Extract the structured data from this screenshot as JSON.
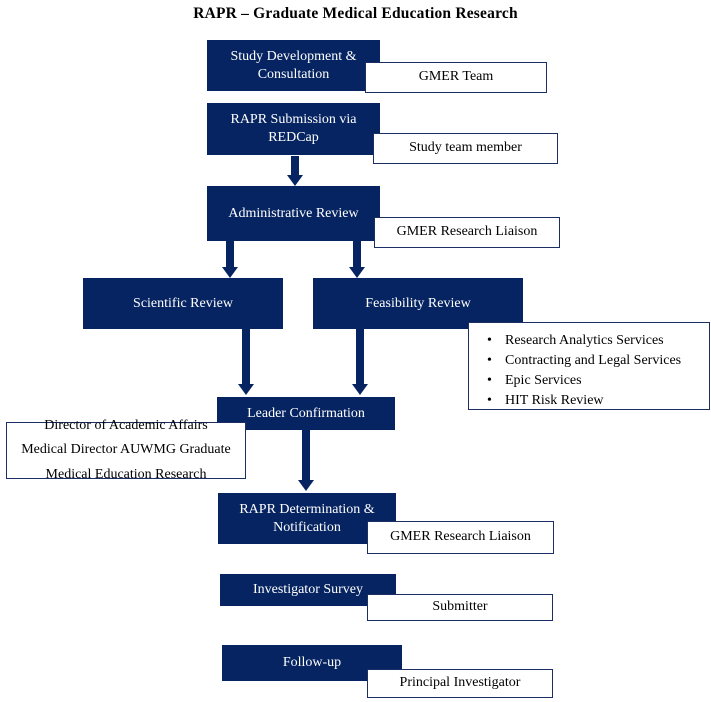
{
  "diagram": {
    "title": "RAPR – Graduate  Medical Education  Research",
    "accent_color": "#062461",
    "border_color": "#1b2f63",
    "background_color": "#ffffff",
    "steps": [
      {
        "id": "study-development",
        "label": "Study Development & Consultation",
        "role": "GMER Team"
      },
      {
        "id": "rapr-submission",
        "label": "RAPR Submission via REDCap",
        "role": "Study team member"
      },
      {
        "id": "administrative-review",
        "label": "Administrative Review",
        "role": "GMER Research Liaison"
      },
      {
        "id": "scientific-review",
        "label": "Scientific Review",
        "role": ""
      },
      {
        "id": "feasibility-review",
        "label": "Feasibility  Review",
        "role": ""
      },
      {
        "id": "leader-confirmation",
        "label": "Leader Confirmation",
        "role": ""
      },
      {
        "id": "rapr-determination",
        "label": "RAPR Determination & Notification",
        "role": "GMER Research Liaison"
      },
      {
        "id": "investigator-survey",
        "label": "Investigator Survey",
        "role": "Submitter"
      },
      {
        "id": "follow-up",
        "label": "Follow-up",
        "role": "Principal Investigator"
      }
    ],
    "feasibility_services": {
      "items": [
        "Research Analytics Services",
        "Contracting and Legal Services",
        "Epic Services",
        "HIT Risk Review"
      ]
    },
    "leader_roles": {
      "line1": "Director of Academic Affairs",
      "line2": "Medical Director AUWMG Graduate",
      "line3": "Medical Education Research"
    }
  }
}
